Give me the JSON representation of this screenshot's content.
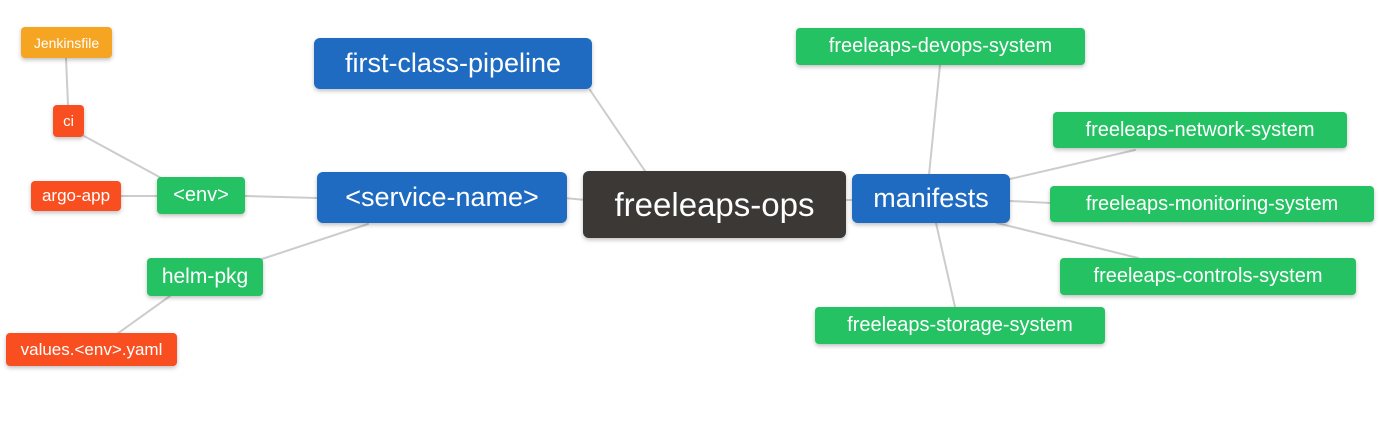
{
  "diagram": {
    "type": "mindmap",
    "root_label": "freeleaps-ops",
    "edge_color": "#CCCCCC",
    "background": "#FFFFFF",
    "colors": {
      "orange": "#F6A523",
      "red": "#F94E1F",
      "green": "#24C263",
      "blue": "#1E6BC1",
      "dark": "#3B3836"
    },
    "nodes": [
      {
        "id": "jenkinsfile",
        "label": "Jenkinsfile",
        "color": "orange"
      },
      {
        "id": "ci",
        "label": "ci",
        "color": "red"
      },
      {
        "id": "argo-app",
        "label": "argo-app",
        "color": "red"
      },
      {
        "id": "env",
        "label": "<env>",
        "color": "green"
      },
      {
        "id": "helm-pkg",
        "label": "helm-pkg",
        "color": "green"
      },
      {
        "id": "values-env-yaml",
        "label": "values.<env>.yaml",
        "color": "red"
      },
      {
        "id": "first-class-pipeline",
        "label": "first-class-pipeline",
        "color": "blue"
      },
      {
        "id": "service-name",
        "label": "<service-name>",
        "color": "blue"
      },
      {
        "id": "freeleaps-ops",
        "label": "freeleaps-ops",
        "color": "dark"
      },
      {
        "id": "manifests",
        "label": "manifests",
        "color": "blue"
      },
      {
        "id": "freeleaps-devops-system",
        "label": "freeleaps-devops-system",
        "color": "green"
      },
      {
        "id": "freeleaps-network-system",
        "label": "freeleaps-network-system",
        "color": "green"
      },
      {
        "id": "freeleaps-monitoring-system",
        "label": "freeleaps-monitoring-system",
        "color": "green"
      },
      {
        "id": "freeleaps-controls-system",
        "label": "freeleaps-controls-system",
        "color": "green"
      },
      {
        "id": "freeleaps-storage-system",
        "label": "freeleaps-storage-system",
        "color": "green"
      }
    ],
    "edges": [
      {
        "from": "jenkinsfile",
        "to": "ci"
      },
      {
        "from": "ci",
        "to": "env"
      },
      {
        "from": "argo-app",
        "to": "env"
      },
      {
        "from": "env",
        "to": "service-name"
      },
      {
        "from": "helm-pkg",
        "to": "service-name"
      },
      {
        "from": "values-env-yaml",
        "to": "helm-pkg"
      },
      {
        "from": "first-class-pipeline",
        "to": "freeleaps-ops"
      },
      {
        "from": "service-name",
        "to": "freeleaps-ops"
      },
      {
        "from": "freeleaps-ops",
        "to": "manifests"
      },
      {
        "from": "manifests",
        "to": "freeleaps-devops-system"
      },
      {
        "from": "manifests",
        "to": "freeleaps-network-system"
      },
      {
        "from": "manifests",
        "to": "freeleaps-monitoring-system"
      },
      {
        "from": "manifests",
        "to": "freeleaps-controls-system"
      },
      {
        "from": "manifests",
        "to": "freeleaps-storage-system"
      }
    ]
  }
}
